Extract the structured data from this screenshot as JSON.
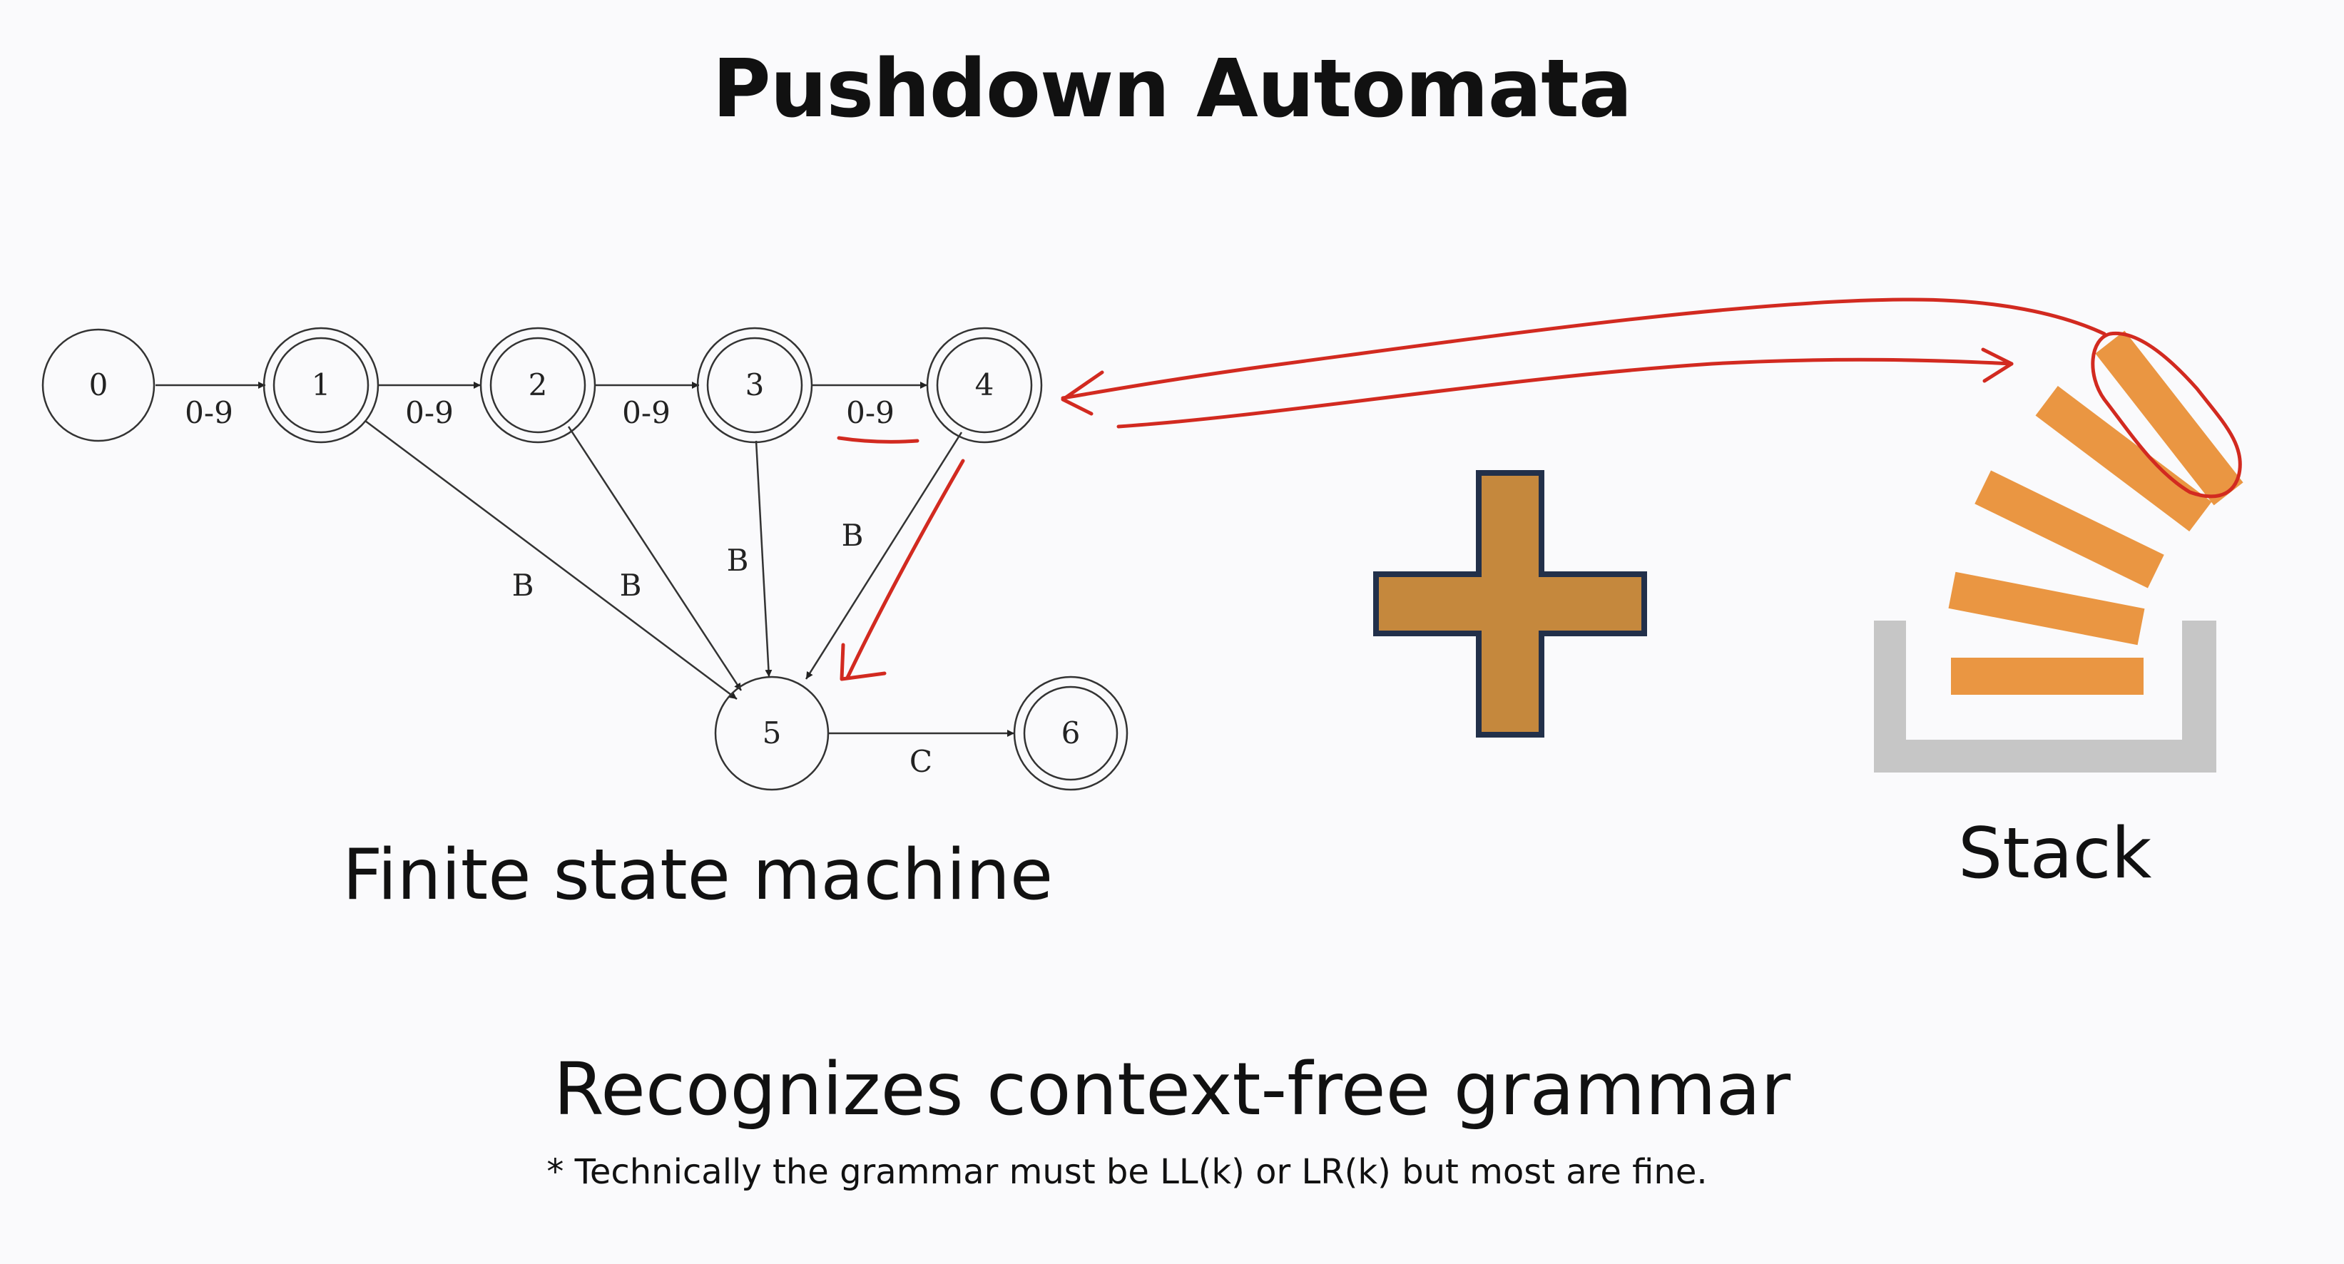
{
  "title": "Pushdown Automata",
  "fsm": {
    "caption": "Finite state machine",
    "states": [
      {
        "id": "0",
        "accepting": false
      },
      {
        "id": "1",
        "accepting": true
      },
      {
        "id": "2",
        "accepting": true
      },
      {
        "id": "3",
        "accepting": true
      },
      {
        "id": "4",
        "accepting": true
      },
      {
        "id": "5",
        "accepting": false
      },
      {
        "id": "6",
        "accepting": true
      }
    ],
    "transitions": [
      {
        "from": "0",
        "to": "1",
        "label": "0-9"
      },
      {
        "from": "1",
        "to": "2",
        "label": "0-9"
      },
      {
        "from": "2",
        "to": "3",
        "label": "0-9"
      },
      {
        "from": "3",
        "to": "4",
        "label": "0-9"
      },
      {
        "from": "1",
        "to": "5",
        "label": "B"
      },
      {
        "from": "2",
        "to": "5",
        "label": "B"
      },
      {
        "from": "3",
        "to": "5",
        "label": "B"
      },
      {
        "from": "4",
        "to": "5",
        "label": "B"
      },
      {
        "from": "5",
        "to": "6",
        "label": "C"
      }
    ]
  },
  "operator": "plus-icon",
  "stack": {
    "caption": "Stack",
    "icon": "stack-icon",
    "colors": {
      "tray": "#c6c6c6",
      "items": "#ea9642"
    }
  },
  "annotation": {
    "color": "#d22a20"
  },
  "main_caption": "Recognizes context-free grammar",
  "footnote": "* Technically the grammar must be LL(k) or LR(k) but most are fine.",
  "colors": {
    "plus_fill": "#c5883d",
    "plus_stroke": "#22304a"
  }
}
